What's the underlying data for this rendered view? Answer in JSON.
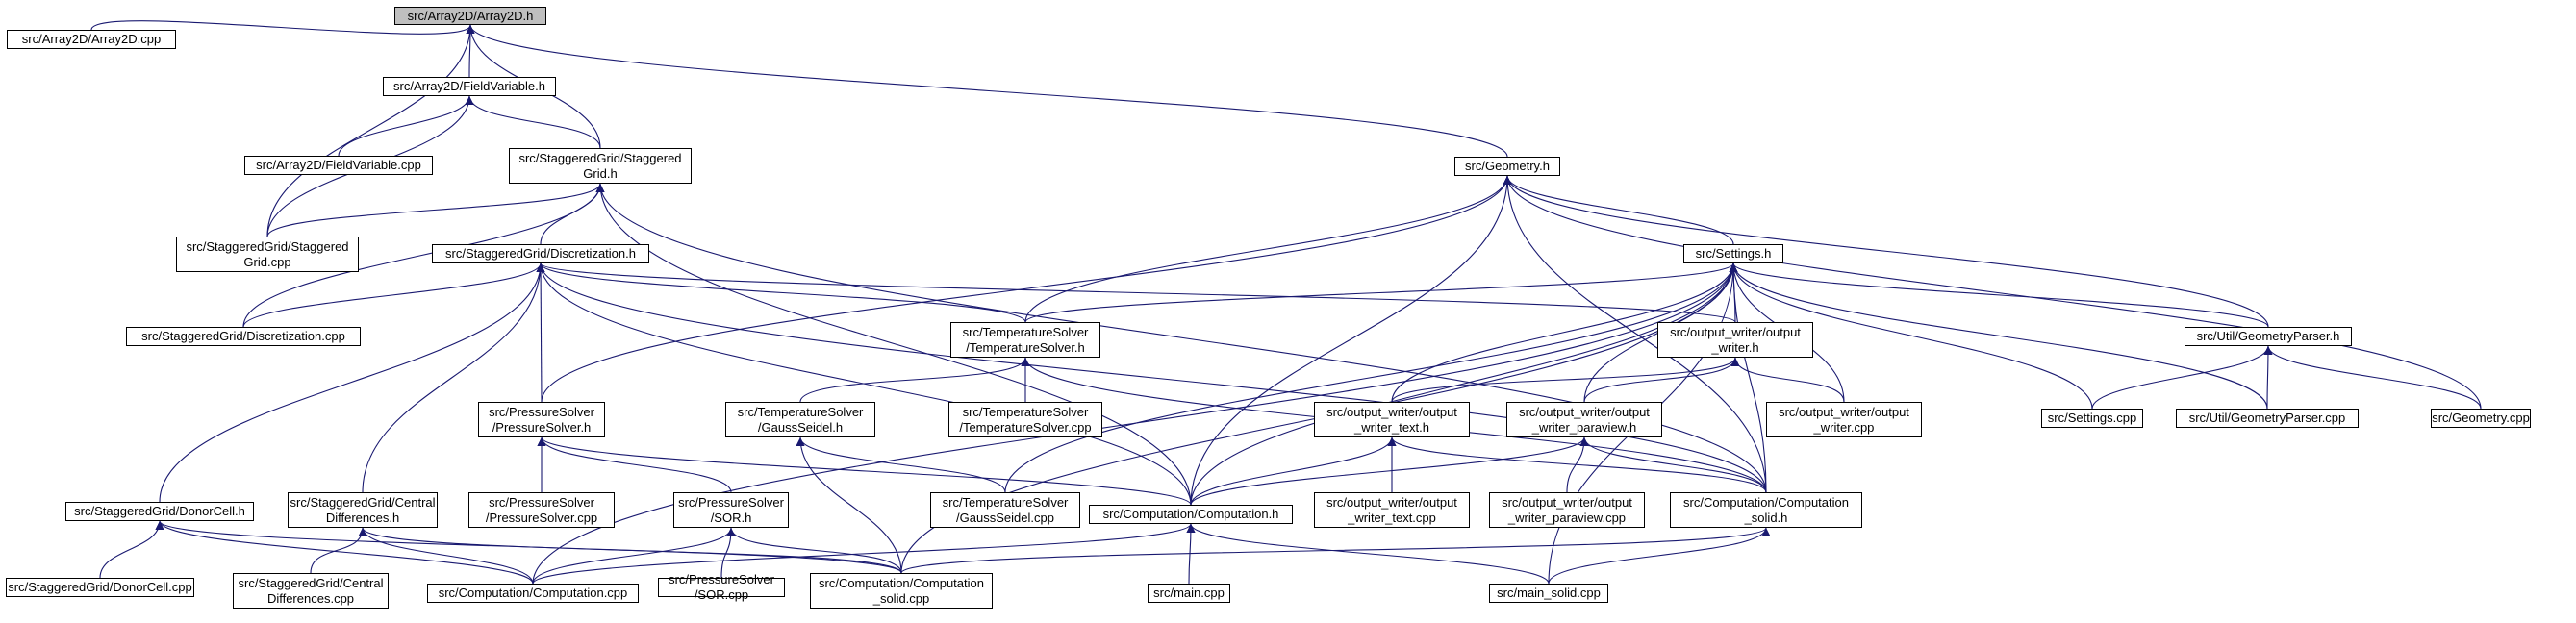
{
  "diagram": {
    "colors": {
      "edge": "#191970",
      "node_border": "#000000",
      "root_fill": "#bfbfbf",
      "node_fill": "#ffffff"
    },
    "nodes": [
      {
        "id": "array2d_h",
        "label": "src/Array2D/Array2D.h",
        "root": true
      },
      {
        "id": "array2d_cpp",
        "label": "src/Array2D/Array2D.cpp"
      },
      {
        "id": "fieldvar_h",
        "label": "src/Array2D/FieldVariable.h"
      },
      {
        "id": "fieldvar_cpp",
        "label": "src/Array2D/FieldVariable.cpp"
      },
      {
        "id": "sg_h",
        "label": "src/StaggeredGrid/Staggered\nGrid.h"
      },
      {
        "id": "sg_cpp",
        "label": "src/StaggeredGrid/Staggered\nGrid.cpp"
      },
      {
        "id": "disc_h",
        "label": "src/StaggeredGrid/Discretization.h"
      },
      {
        "id": "disc_cpp",
        "label": "src/StaggeredGrid/Discretization.cpp"
      },
      {
        "id": "geom_h",
        "label": "src/Geometry.h"
      },
      {
        "id": "settings_h",
        "label": "src/Settings.h"
      },
      {
        "id": "ts_h",
        "label": "src/TemperatureSolver\n/TemperatureSolver.h"
      },
      {
        "id": "ts_cpp",
        "label": "src/TemperatureSolver\n/TemperatureSolver.cpp"
      },
      {
        "id": "ow_h",
        "label": "src/output_writer/output\n_writer.h"
      },
      {
        "id": "ow_cpp",
        "label": "src/output_writer/output\n_writer.cpp"
      },
      {
        "id": "gp_h",
        "label": "src/Util/GeometryParser.h"
      },
      {
        "id": "settings_cpp",
        "label": "src/Settings.cpp"
      },
      {
        "id": "gp_cpp",
        "label": "src/Util/GeometryParser.cpp"
      },
      {
        "id": "geom_cpp",
        "label": "src/Geometry.cpp"
      },
      {
        "id": "ps_h",
        "label": "src/PressureSolver\n/PressureSolver.h"
      },
      {
        "id": "ps_cpp",
        "label": "src/PressureSolver\n/PressureSolver.cpp"
      },
      {
        "id": "tsgs_h",
        "label": "src/TemperatureSolver\n/GaussSeidel.h"
      },
      {
        "id": "tsgs_cpp",
        "label": "src/TemperatureSolver\n/GaussSeidel.cpp"
      },
      {
        "id": "owt_h",
        "label": "src/output_writer/output\n_writer_text.h"
      },
      {
        "id": "owt_cpp",
        "label": "src/output_writer/output\n_writer_text.cpp"
      },
      {
        "id": "owp_h",
        "label": "src/output_writer/output\n_writer_paraview.h"
      },
      {
        "id": "owp_cpp",
        "label": "src/output_writer/output\n_writer_paraview.cpp"
      },
      {
        "id": "comp_h",
        "label": "src/Computation/Computation.h"
      },
      {
        "id": "comps_h",
        "label": "src/Computation/Computation\n_solid.h"
      },
      {
        "id": "donor_h",
        "label": "src/StaggeredGrid/DonorCell.h"
      },
      {
        "id": "donor_cpp",
        "label": "src/StaggeredGrid/DonorCell.cpp"
      },
      {
        "id": "cd_h",
        "label": "src/StaggeredGrid/Central\nDifferences.h"
      },
      {
        "id": "cd_cpp",
        "label": "src/StaggeredGrid/Central\nDifferences.cpp"
      },
      {
        "id": "sor_h",
        "label": "src/PressureSolver\n/SOR.h"
      },
      {
        "id": "sor_cpp",
        "label": "src/PressureSolver\n/SOR.cpp"
      },
      {
        "id": "comp_cpp",
        "label": "src/Computation/Computation.cpp"
      },
      {
        "id": "comps_cpp",
        "label": "src/Computation/Computation\n_solid.cpp"
      },
      {
        "id": "main_cpp",
        "label": "src/main.cpp"
      },
      {
        "id": "main_solid_cpp",
        "label": "src/main_solid.cpp"
      }
    ],
    "edges": [
      [
        "array2d_cpp",
        "array2d_h"
      ],
      [
        "fieldvar_h",
        "array2d_h"
      ],
      [
        "sg_h",
        "array2d_h"
      ],
      [
        "sg_cpp",
        "array2d_h"
      ],
      [
        "geom_h",
        "array2d_h"
      ],
      [
        "fieldvar_cpp",
        "fieldvar_h"
      ],
      [
        "sg_h",
        "fieldvar_h"
      ],
      [
        "sg_cpp",
        "fieldvar_h"
      ],
      [
        "sg_cpp",
        "sg_h"
      ],
      [
        "disc_h",
        "sg_h"
      ],
      [
        "disc_cpp",
        "sg_h"
      ],
      [
        "comp_h",
        "sg_h"
      ],
      [
        "comps_h",
        "sg_h"
      ],
      [
        "disc_cpp",
        "disc_h"
      ],
      [
        "ps_h",
        "disc_h"
      ],
      [
        "ts_h",
        "disc_h"
      ],
      [
        "donor_h",
        "disc_h"
      ],
      [
        "cd_h",
        "disc_h"
      ],
      [
        "comp_h",
        "disc_h"
      ],
      [
        "comps_h",
        "disc_h"
      ],
      [
        "ow_h",
        "disc_h"
      ],
      [
        "settings_h",
        "geom_h"
      ],
      [
        "gp_h",
        "geom_h"
      ],
      [
        "geom_cpp",
        "geom_h"
      ],
      [
        "comp_h",
        "geom_h"
      ],
      [
        "comps_h",
        "geom_h"
      ],
      [
        "ps_h",
        "geom_h"
      ],
      [
        "ts_h",
        "geom_h"
      ],
      [
        "ow_h",
        "settings_h"
      ],
      [
        "ow_cpp",
        "settings_h"
      ],
      [
        "gp_h",
        "settings_h"
      ],
      [
        "settings_cpp",
        "settings_h"
      ],
      [
        "gp_cpp",
        "settings_h"
      ],
      [
        "ts_h",
        "settings_h"
      ],
      [
        "tsgs_cpp",
        "settings_h"
      ],
      [
        "owt_h",
        "settings_h"
      ],
      [
        "owp_h",
        "settings_h"
      ],
      [
        "comp_h",
        "settings_h"
      ],
      [
        "comps_h",
        "settings_h"
      ],
      [
        "comp_cpp",
        "settings_h"
      ],
      [
        "comps_cpp",
        "settings_h"
      ],
      [
        "main_solid_cpp",
        "settings_h"
      ],
      [
        "owt_h",
        "ow_h"
      ],
      [
        "owp_h",
        "ow_h"
      ],
      [
        "ow_cpp",
        "ow_h"
      ],
      [
        "settings_cpp",
        "gp_h"
      ],
      [
        "gp_cpp",
        "gp_h"
      ],
      [
        "geom_cpp",
        "gp_h"
      ],
      [
        "ts_cpp",
        "ts_h"
      ],
      [
        "tsgs_h",
        "ts_h"
      ],
      [
        "comps_h",
        "ts_h"
      ],
      [
        "tsgs_cpp",
        "tsgs_h"
      ],
      [
        "comps_cpp",
        "tsgs_h"
      ],
      [
        "ps_cpp",
        "ps_h"
      ],
      [
        "sor_h",
        "ps_h"
      ],
      [
        "comp_h",
        "ps_h"
      ],
      [
        "owt_cpp",
        "owt_h"
      ],
      [
        "comp_h",
        "owt_h"
      ],
      [
        "comps_h",
        "owt_h"
      ],
      [
        "owp_cpp",
        "owp_h"
      ],
      [
        "comp_h",
        "owp_h"
      ],
      [
        "comps_h",
        "owp_h"
      ],
      [
        "comp_cpp",
        "comp_h"
      ],
      [
        "main_cpp",
        "comp_h"
      ],
      [
        "main_solid_cpp",
        "comp_h"
      ],
      [
        "comps_cpp",
        "comps_h"
      ],
      [
        "main_solid_cpp",
        "comps_h"
      ],
      [
        "donor_cpp",
        "donor_h"
      ],
      [
        "comp_cpp",
        "donor_h"
      ],
      [
        "comps_cpp",
        "donor_h"
      ],
      [
        "cd_cpp",
        "cd_h"
      ],
      [
        "comp_cpp",
        "cd_h"
      ],
      [
        "comps_cpp",
        "cd_h"
      ],
      [
        "sor_cpp",
        "sor_h"
      ],
      [
        "comp_cpp",
        "sor_h"
      ],
      [
        "comps_cpp",
        "sor_h"
      ]
    ]
  }
}
